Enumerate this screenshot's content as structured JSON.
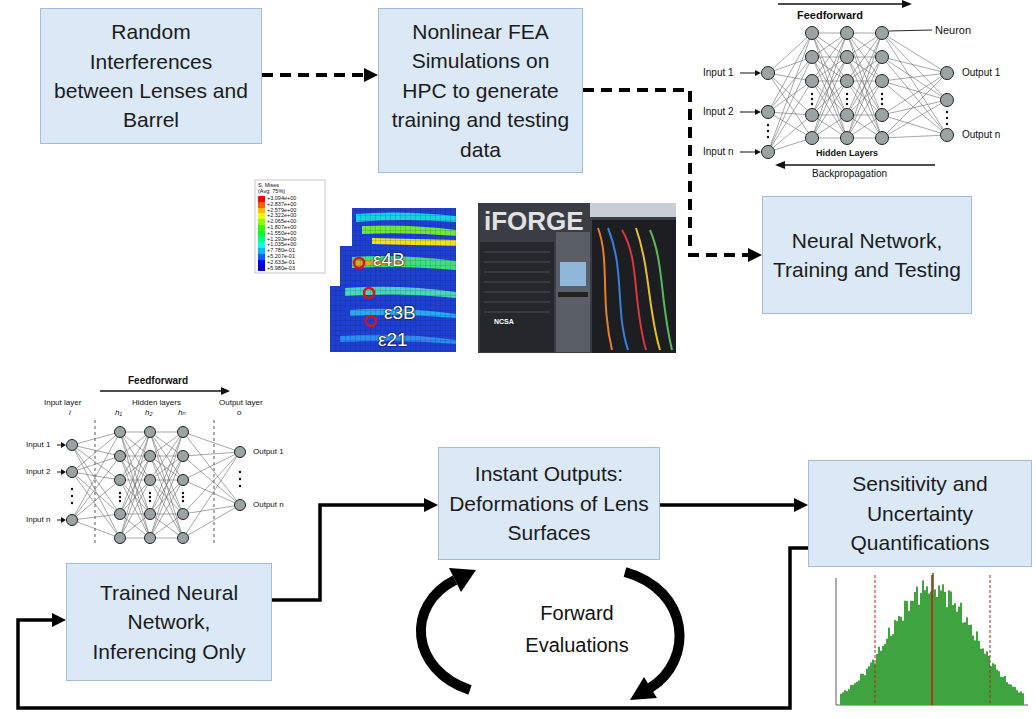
{
  "diagram": {
    "nodes": [
      {
        "text": [
          "Random Interferences between Lenses and Barrel"
        ]
      },
      {
        "text": [
          "Nonlinear FEA Simulations on HPC to generate training and testing data"
        ]
      },
      {
        "text": [
          "Neural Network, Training and Testing"
        ]
      },
      {
        "text": [
          "Trained Neural Network, Inferencing Only"
        ]
      },
      {
        "text": [
          "Instant Outputs: Deformations of Lens Surfaces"
        ]
      },
      {
        "text": [
          "Sensitivity and Uncertainty Quantifications"
        ]
      }
    ],
    "edges": [
      {
        "from": 0,
        "to": 1,
        "arrow": "to"
      },
      {
        "from": 1,
        "to": 2,
        "arrow": "to"
      },
      {
        "from": 3,
        "to": 4,
        "arrow": "to"
      },
      {
        "from": 4,
        "to": 5,
        "arrow": "to"
      },
      {
        "from": 5,
        "to": 3,
        "arrow": "to"
      }
    ],
    "labels": [
      "Feedforward",
      "Neuron",
      "Input 1",
      "Input 2",
      "Input n",
      "Output 1",
      "Output n",
      "Hidden Layers",
      "Backpropagation",
      "S, Mises",
      "(Avg: 75%)",
      "ε4B",
      "ε3B",
      "ε21",
      "iFORGE",
      "NCSA",
      "Feedforward",
      "Input layer",
      "i",
      "Hidden layers",
      "h₁",
      "h₂",
      "hₙ",
      "Output layer",
      "o",
      "Input 1",
      "Input 2",
      "Input n",
      "Output 1",
      "Output n",
      "Forward Evaluations"
    ],
    "legend": [
      {
        "text": "+3.094e+00",
        "color": "#ff0000"
      },
      {
        "text": "+2.837e+00",
        "color": "#ff5d00"
      },
      {
        "text": "+2.579e+00",
        "color": "#ffb900"
      },
      {
        "text": "+2.322e+00",
        "color": "#e8ff00"
      },
      {
        "text": "+2.065e+00",
        "color": "#8bff00"
      },
      {
        "text": "+1.807e+00",
        "color": "#2eff00"
      },
      {
        "text": "+1.550e+00",
        "color": "#00ff2e"
      },
      {
        "text": "+1.293e+00",
        "color": "#00ff8b"
      },
      {
        "text": "+1.035e+00",
        "color": "#00ffe8"
      },
      {
        "text": "+7.780e-01",
        "color": "#00b9ff"
      },
      {
        "text": "+5.207e-01",
        "color": "#005dff"
      },
      {
        "text": "+2.633e-01",
        "color": "#0000ff"
      },
      {
        "text": "+5.980e-03",
        "color": "#0000c0"
      }
    ]
  }
}
